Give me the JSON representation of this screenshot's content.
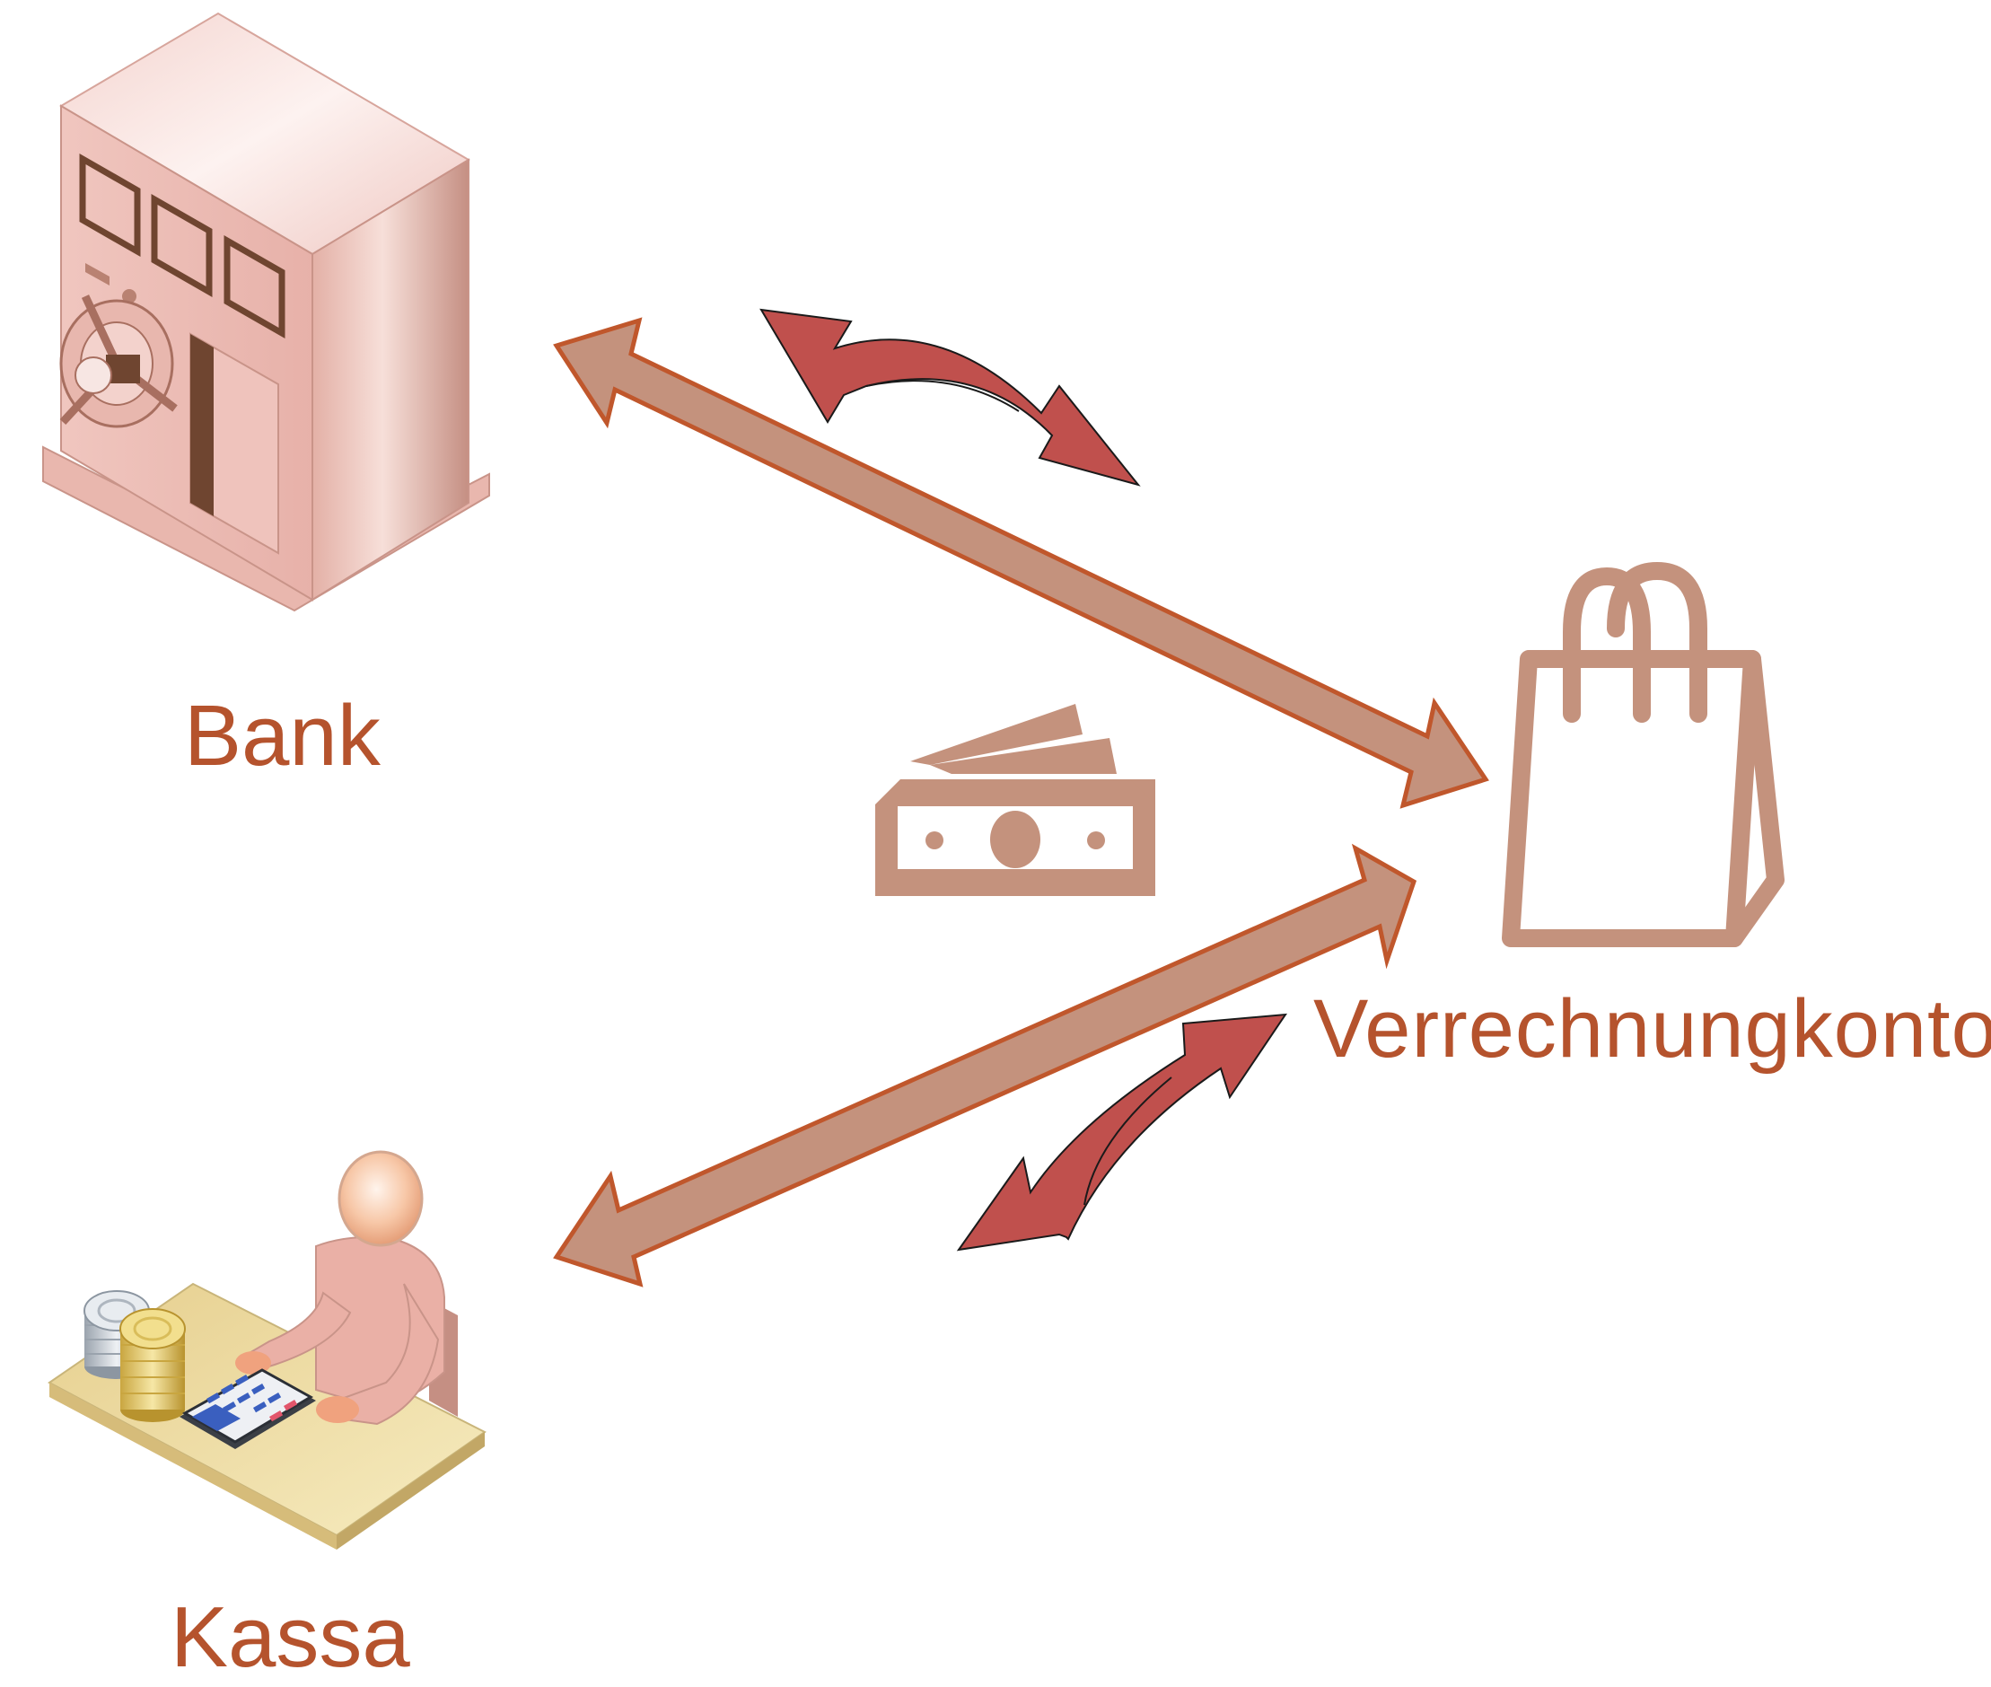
{
  "nodes": {
    "bank": {
      "label": "Bank",
      "icon": "bank-vault-building-icon"
    },
    "kassa": {
      "label": "Kassa",
      "icon": "cashier-at-desk-icon"
    },
    "verrechnungskonto": {
      "label": "Verrechnungkonto",
      "icon": "shopping-bag-icon"
    }
  },
  "center_icon": "banknotes-icon",
  "colors": {
    "label_text": "#b5532d",
    "main_arrow_fill": "#c4927d",
    "main_arrow_stroke": "#c0572c",
    "curved_arrow_fill": "#c0504d",
    "icon_tan": "#c4927d",
    "bank_pink": "#ebb9b2",
    "bank_brown": "#6f4530",
    "desk_yellow": "#e9d69a",
    "calculator_blue": "#3a5fbf"
  }
}
